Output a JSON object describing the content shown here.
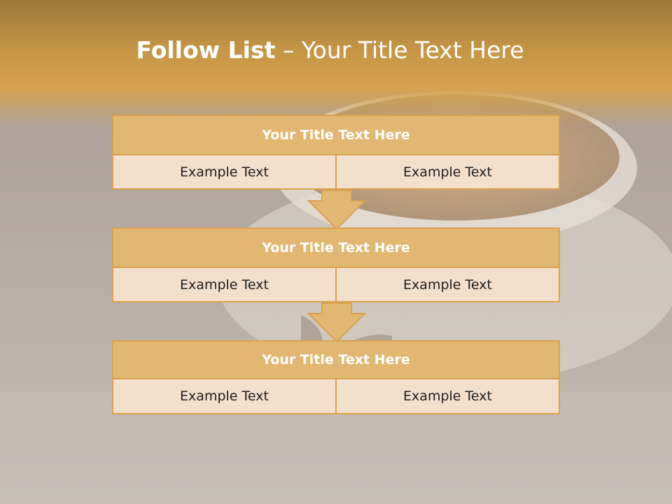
{
  "slide": {
    "title_bold": "Follow List",
    "title_rest": " – Your Title Text Here"
  },
  "blocks": [
    {
      "title": "Your Title Text Here",
      "left": "Example Text",
      "right": "Example Text"
    },
    {
      "title": "Your Title Text Here",
      "left": "Example Text",
      "right": "Example Text"
    },
    {
      "title": "Your Title Text Here",
      "left": "Example Text",
      "right": "Example Text"
    }
  ],
  "colors": {
    "accent": "#d9a24e",
    "title_fill": "#e2b772",
    "cell_fill": "#f2e0cd"
  }
}
